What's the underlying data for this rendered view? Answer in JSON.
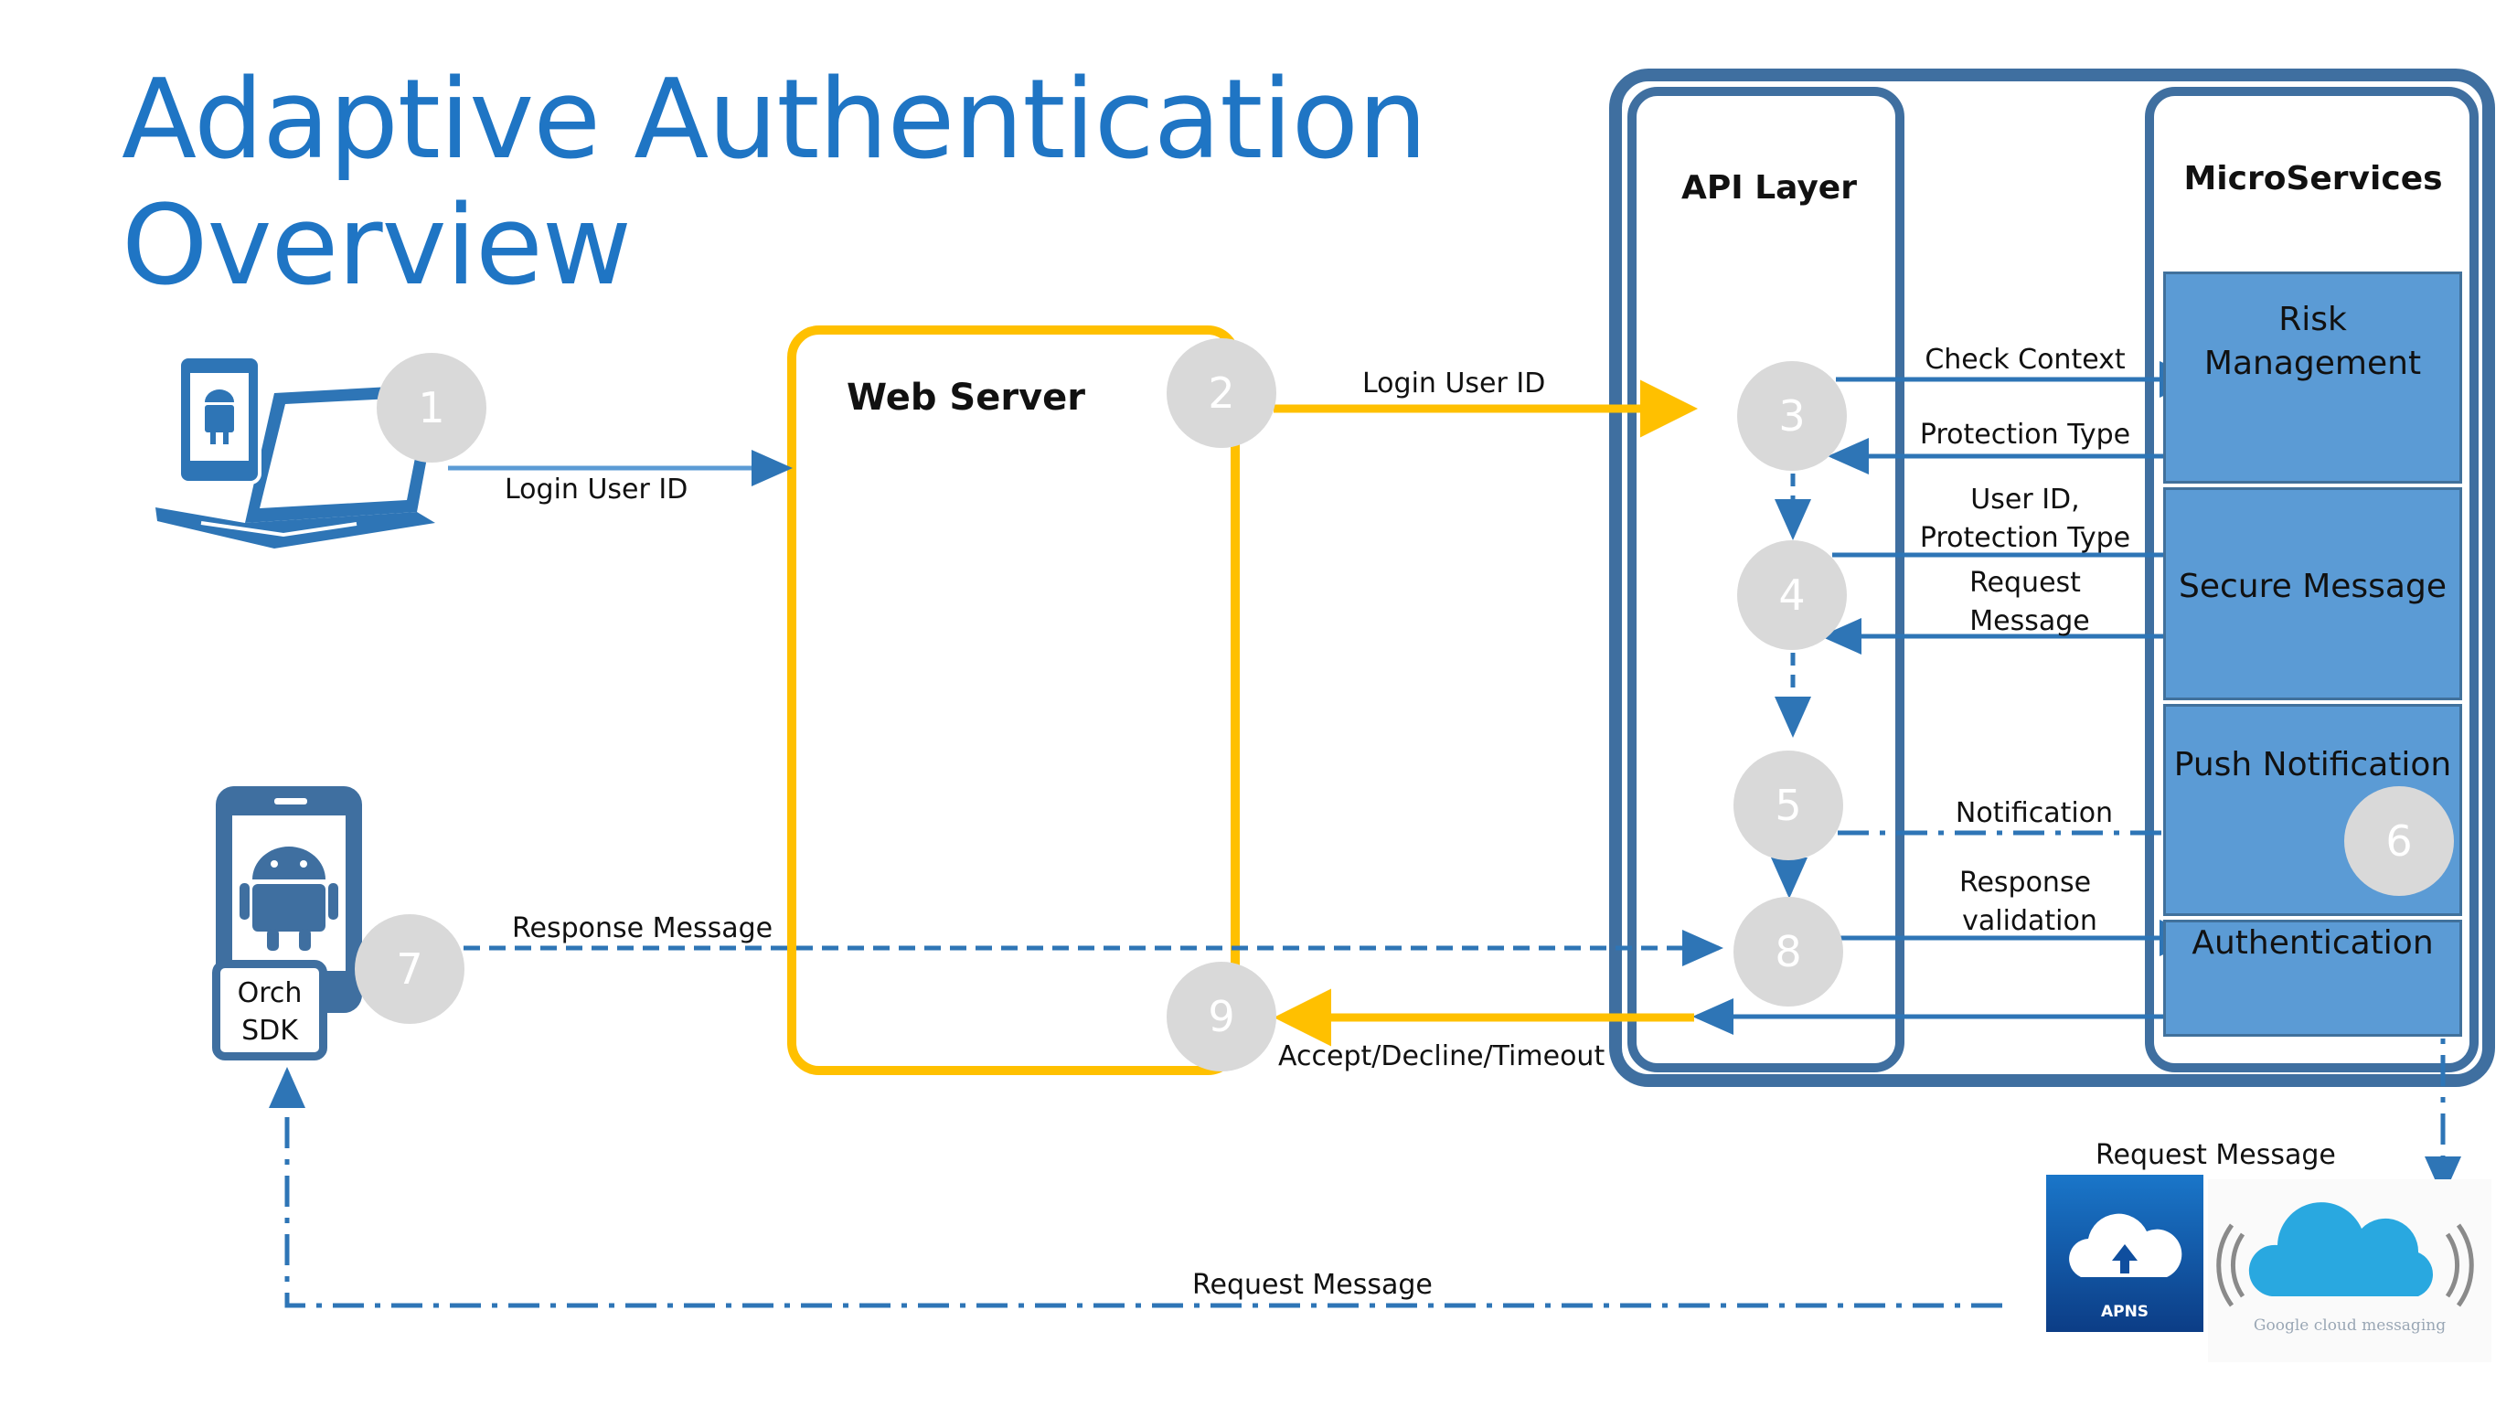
{
  "title": {
    "line1": "Adaptive Authentication",
    "line2": "Overview"
  },
  "columns": {
    "web_server": "Web Server",
    "api_layer": "API Layer",
    "microservices": "MicroServices"
  },
  "microservices": [
    {
      "name": "Risk Management",
      "line1": "Risk",
      "line2": "Management"
    },
    {
      "name": "Secure Message"
    },
    {
      "name": "Push Notification"
    },
    {
      "name": "Authentication"
    }
  ],
  "steps": [
    "1",
    "2",
    "3",
    "4",
    "5",
    "6",
    "7",
    "8",
    "9"
  ],
  "flows": {
    "client_login": "Login User ID",
    "web_login": "Login User ID",
    "check_context": "Check Context",
    "protection_type": "Protection Type",
    "user_id_line1": "User ID,",
    "user_id_line2": "Protection Type",
    "request_msg_line1": "Request",
    "request_msg_line2": "Message",
    "notification": "Notification",
    "response_line1": "Response",
    "response_line2": "validation",
    "response_message": "Response Message",
    "result": "Accept/Decline/Timeout",
    "push_request": "Request Message",
    "device_request": "Request Message"
  },
  "sdk": {
    "line1": "Orch",
    "line2": "SDK"
  },
  "push_services": {
    "apns": "APNS",
    "gcm": "Google cloud messaging"
  },
  "icons": [
    "laptop-icon",
    "android-phone-icon",
    "android-logo-icon",
    "apns-cloud-icon",
    "gcm-cloud-icon"
  ],
  "colors": {
    "title": "#1F75C4",
    "web_server": "#FFC000",
    "container": "#3F6FA0",
    "service_fill": "#5B9BD5",
    "flow_blue": "#2E75B6",
    "step_circle": "#D9D9D9"
  }
}
